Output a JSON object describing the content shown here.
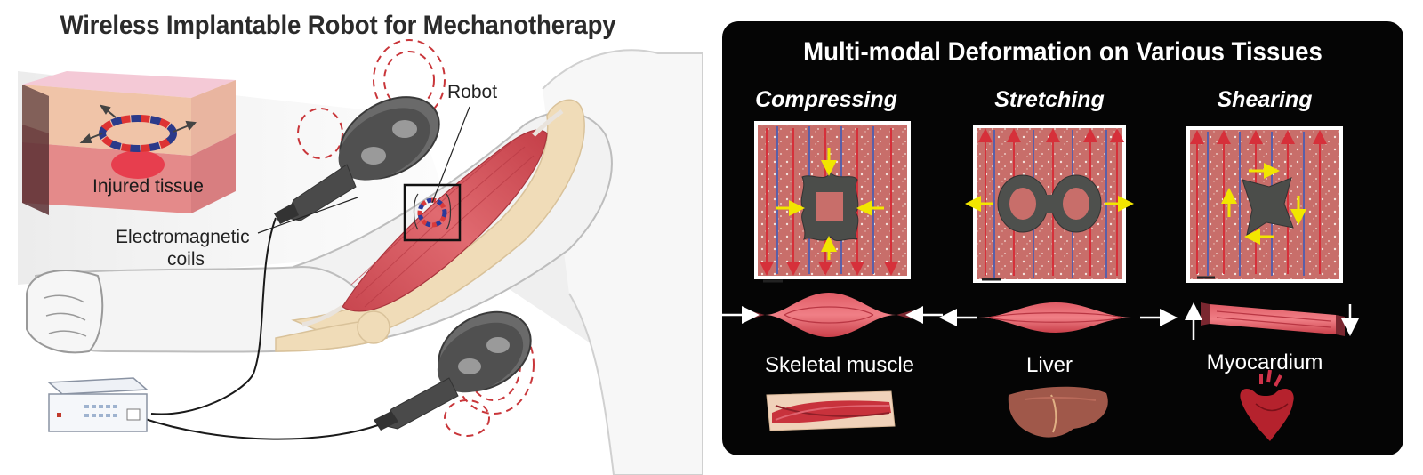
{
  "left": {
    "title": "Wireless Implantable Robot for Mechanotherapy",
    "robot_label": "Robot",
    "injured_label": "Injured tissue",
    "coils_label_line1": "Electromagnetic",
    "coils_label_line2": "coils"
  },
  "right": {
    "title": "Multi-modal Deformation on Various Tissues",
    "modes": [
      {
        "label": "Compressing",
        "tissue": "Skeletal muscle"
      },
      {
        "label": "Stretching",
        "tissue": "Liver"
      },
      {
        "label": "Shearing",
        "tissue": "Myocardium"
      }
    ]
  },
  "colors": {
    "muscle": "#d9505a",
    "tissue_photo": "#c9706c",
    "blue_line": "#5a5fa8",
    "red_arrow": "#d6303a",
    "yellow_arrow": "#f2e600",
    "coil_gray": "#5c5c5c",
    "panel_bg": "#050505"
  }
}
